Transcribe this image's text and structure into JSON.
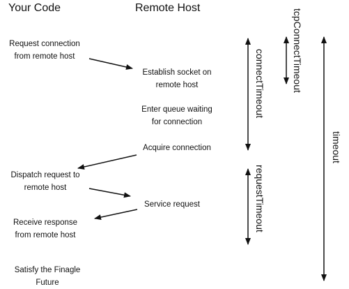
{
  "headers": {
    "your_code": "Your Code",
    "remote_host": "Remote Host"
  },
  "your_code_steps": {
    "request_connection": "Request connection\nfrom remote host",
    "dispatch_request": "Dispatch request to\nremote host",
    "receive_response": "Receive response\nfrom remote host",
    "satisfy_future": "Satisfy the Finagle\nFuture"
  },
  "remote_host_steps": {
    "establish_socket": "Establish socket on\nremote host",
    "enter_queue": "Enter queue waiting\nfor connection",
    "acquire_connection": "Acquire connection",
    "service_request": "Service request"
  },
  "timeouts": {
    "connect_timeout": "connectTimeout",
    "tcp_connect_timeout": "tcpConnectTimeout",
    "request_timeout": "requestTimeout",
    "timeout": "timeout"
  },
  "colors": {
    "ink": "#111111",
    "background": "#ffffff"
  }
}
